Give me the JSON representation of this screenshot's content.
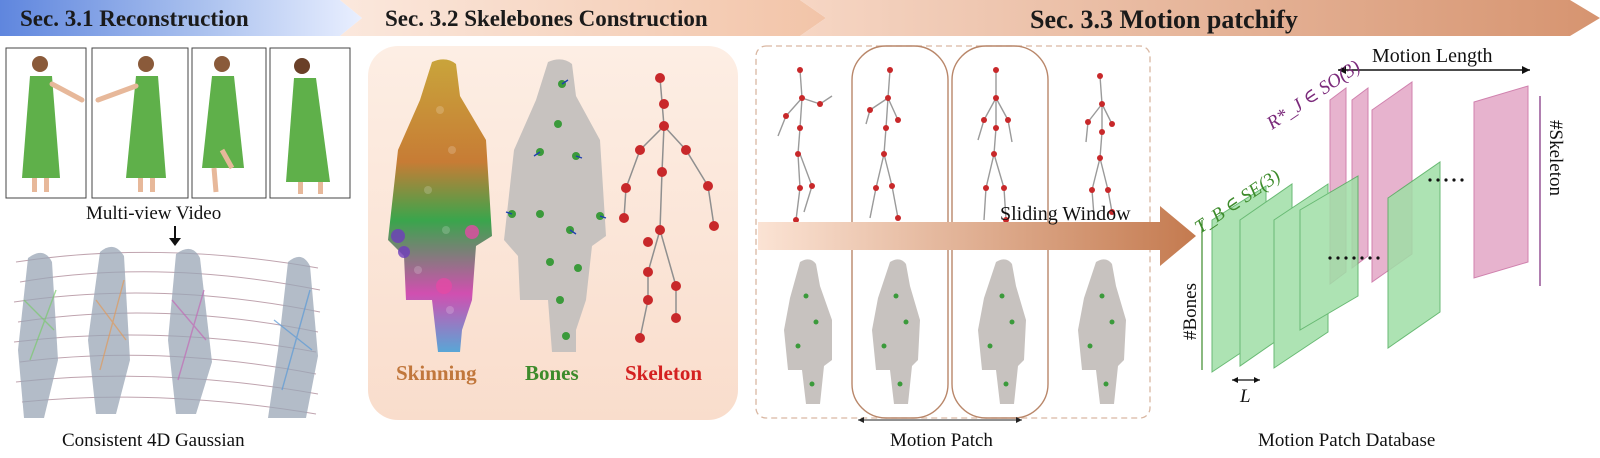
{
  "sections": [
    {
      "label": "Sec. 3.1 Reconstruction"
    },
    {
      "label": "Sec. 3.2 Skelebones Construction"
    },
    {
      "label": "Sec. 3.3 Motion patchify"
    }
  ],
  "captions": {
    "multiview": "Multi-view Video",
    "gaussian": "Consistent 4D Gaussian",
    "skinning": "Skinning",
    "bones": "Bones",
    "skeleton": "Skeleton",
    "sliding_window": "Sliding Window",
    "motion_patch": "Motion Patch",
    "database": "Motion Patch Database",
    "motion_length": "Motion Length",
    "skeleton_axis": "#Skeleton",
    "bones_axis": "#Bones",
    "window_len": "L",
    "tb_math": "T_B ∈ SE(3)",
    "rj_math": "R*_J ∈ SO(3)"
  },
  "colors": {
    "green_dress": "#5fb04a",
    "bones_text": "#3d8b2b",
    "skeleton_text": "#d42020",
    "joint_red": "#c8282a",
    "purple": "#7b2a7b",
    "pink_slab": "#e3a6c6",
    "green_slab": "#9fdfa6",
    "arrow_brown": "#c57e55"
  }
}
